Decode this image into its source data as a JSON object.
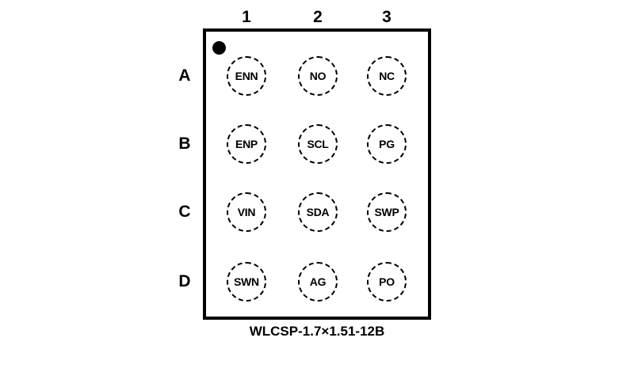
{
  "diagram": {
    "title_caption": "WLCSP-1.7×1.51-12B",
    "column_labels": [
      "1",
      "2",
      "3"
    ],
    "row_labels": [
      "A",
      "B",
      "C",
      "D"
    ],
    "pin1_marker": "pin1-dot",
    "balls": [
      {
        "designator": "A1",
        "name": "ENN",
        "row": "A",
        "col": "1"
      },
      {
        "designator": "A2",
        "name": "NO",
        "row": "A",
        "col": "2"
      },
      {
        "designator": "A3",
        "name": "NC",
        "row": "A",
        "col": "3"
      },
      {
        "designator": "B1",
        "name": "ENP",
        "row": "B",
        "col": "1"
      },
      {
        "designator": "B2",
        "name": "SCL",
        "row": "B",
        "col": "2"
      },
      {
        "designator": "B3",
        "name": "PG",
        "row": "B",
        "col": "3"
      },
      {
        "designator": "C1",
        "name": "VIN",
        "row": "C",
        "col": "1"
      },
      {
        "designator": "C2",
        "name": "SDA",
        "row": "C",
        "col": "2"
      },
      {
        "designator": "C3",
        "name": "SWP",
        "row": "C",
        "col": "3"
      },
      {
        "designator": "D1",
        "name": "SWN",
        "row": "D",
        "col": "1"
      },
      {
        "designator": "D2",
        "name": "AG",
        "row": "D",
        "col": "2"
      },
      {
        "designator": "D3",
        "name": "PO",
        "row": "D",
        "col": "3"
      }
    ],
    "colors": {
      "outline": "#000000",
      "background": "#ffffff",
      "text": "#000000"
    }
  }
}
